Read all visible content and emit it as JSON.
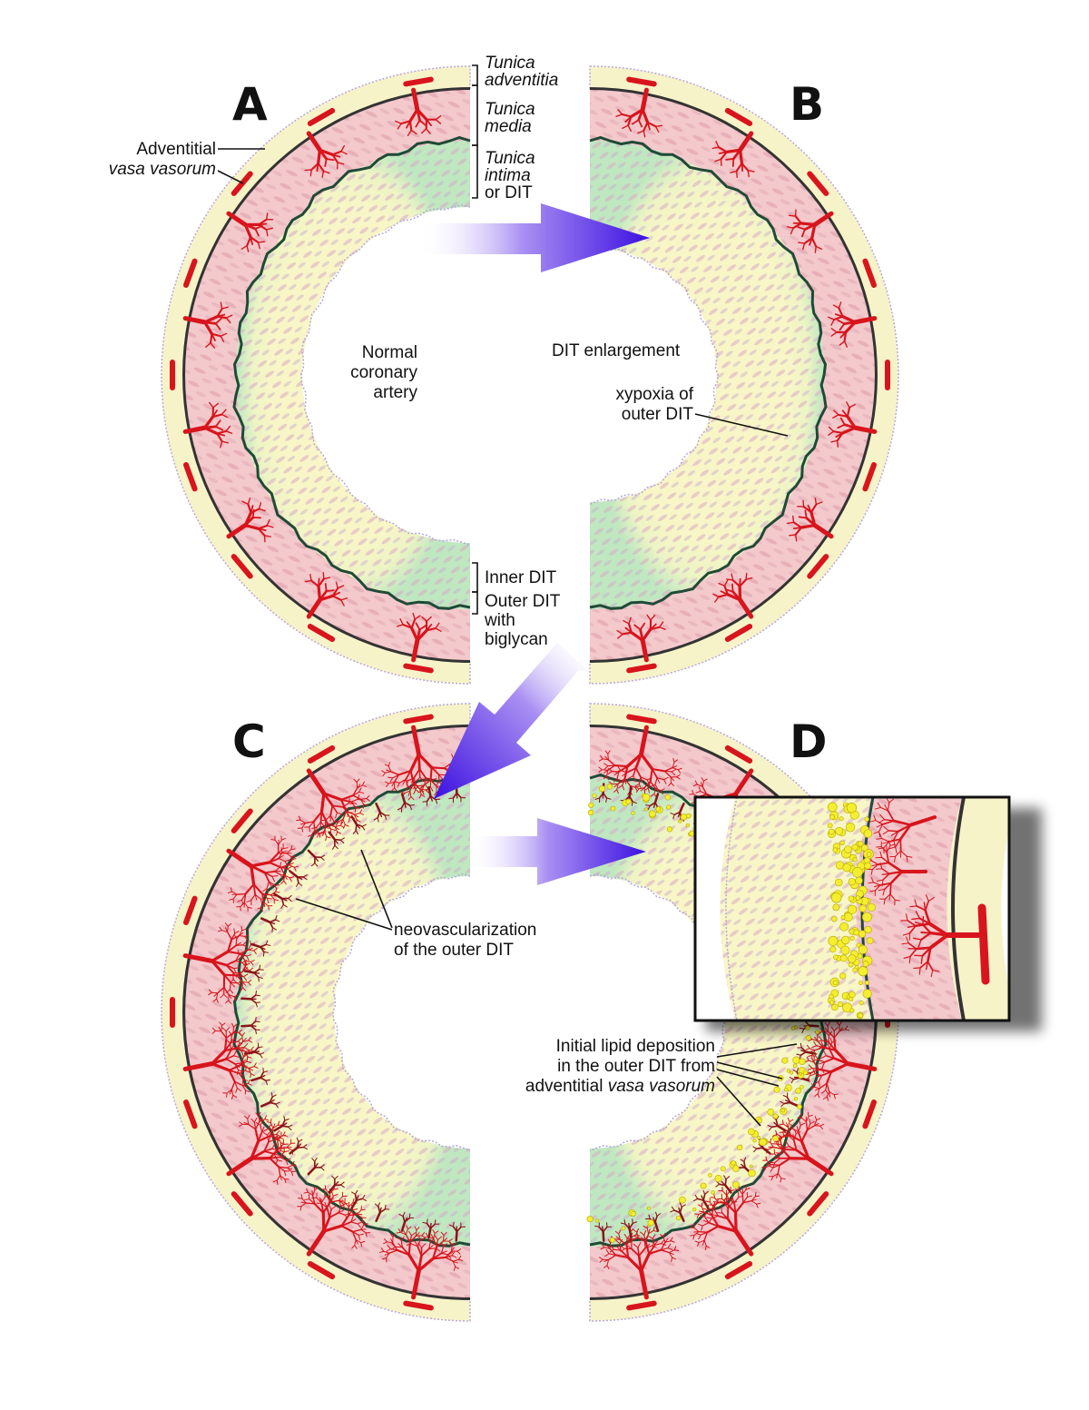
{
  "panels": {
    "a": "A",
    "b": "B",
    "c": "C",
    "d": "D"
  },
  "layers": {
    "adventitia_1": "Tunica",
    "adventitia_2": "adventitia",
    "media_1": "Tunica",
    "media_2": "media",
    "intima_1": "Tunica",
    "intima_2": "intima",
    "intima_3": "or DIT"
  },
  "labels": {
    "vasa_1": "Adventitial",
    "vasa_2": "vasa vasorum",
    "normal_1": "Normal",
    "normal_2": "coronary",
    "normal_3": "artery",
    "dit_enlargement": "DIT enlargement",
    "xypoxia_1": "xypoxia of",
    "xypoxia_2": "outer DIT",
    "inner_dit": "Inner DIT",
    "outer_dit_1": "Outer DIT",
    "outer_dit_2": "with",
    "outer_dit_3": "biglycan",
    "neo_1": "neovascularization",
    "neo_2": "of the outer DIT",
    "lipid_1": "Initial lipid deposition",
    "lipid_2": "in the outer DIT from",
    "lipid_3a": "adventitial ",
    "lipid_3b": "vasa vasorum"
  },
  "colors": {
    "adventitia": "#f7f3c8",
    "media": "#f3c9cc",
    "intima_outer": "#c8ecc4",
    "intima_inner": "#f7f5c0",
    "elastic_lamina": "#333333",
    "intima_border": "#1f4a36",
    "vessels": "#d8141c",
    "neovessels": "#8a1418",
    "lipid": "#f4ee30",
    "arrow": "#5a2be0"
  }
}
